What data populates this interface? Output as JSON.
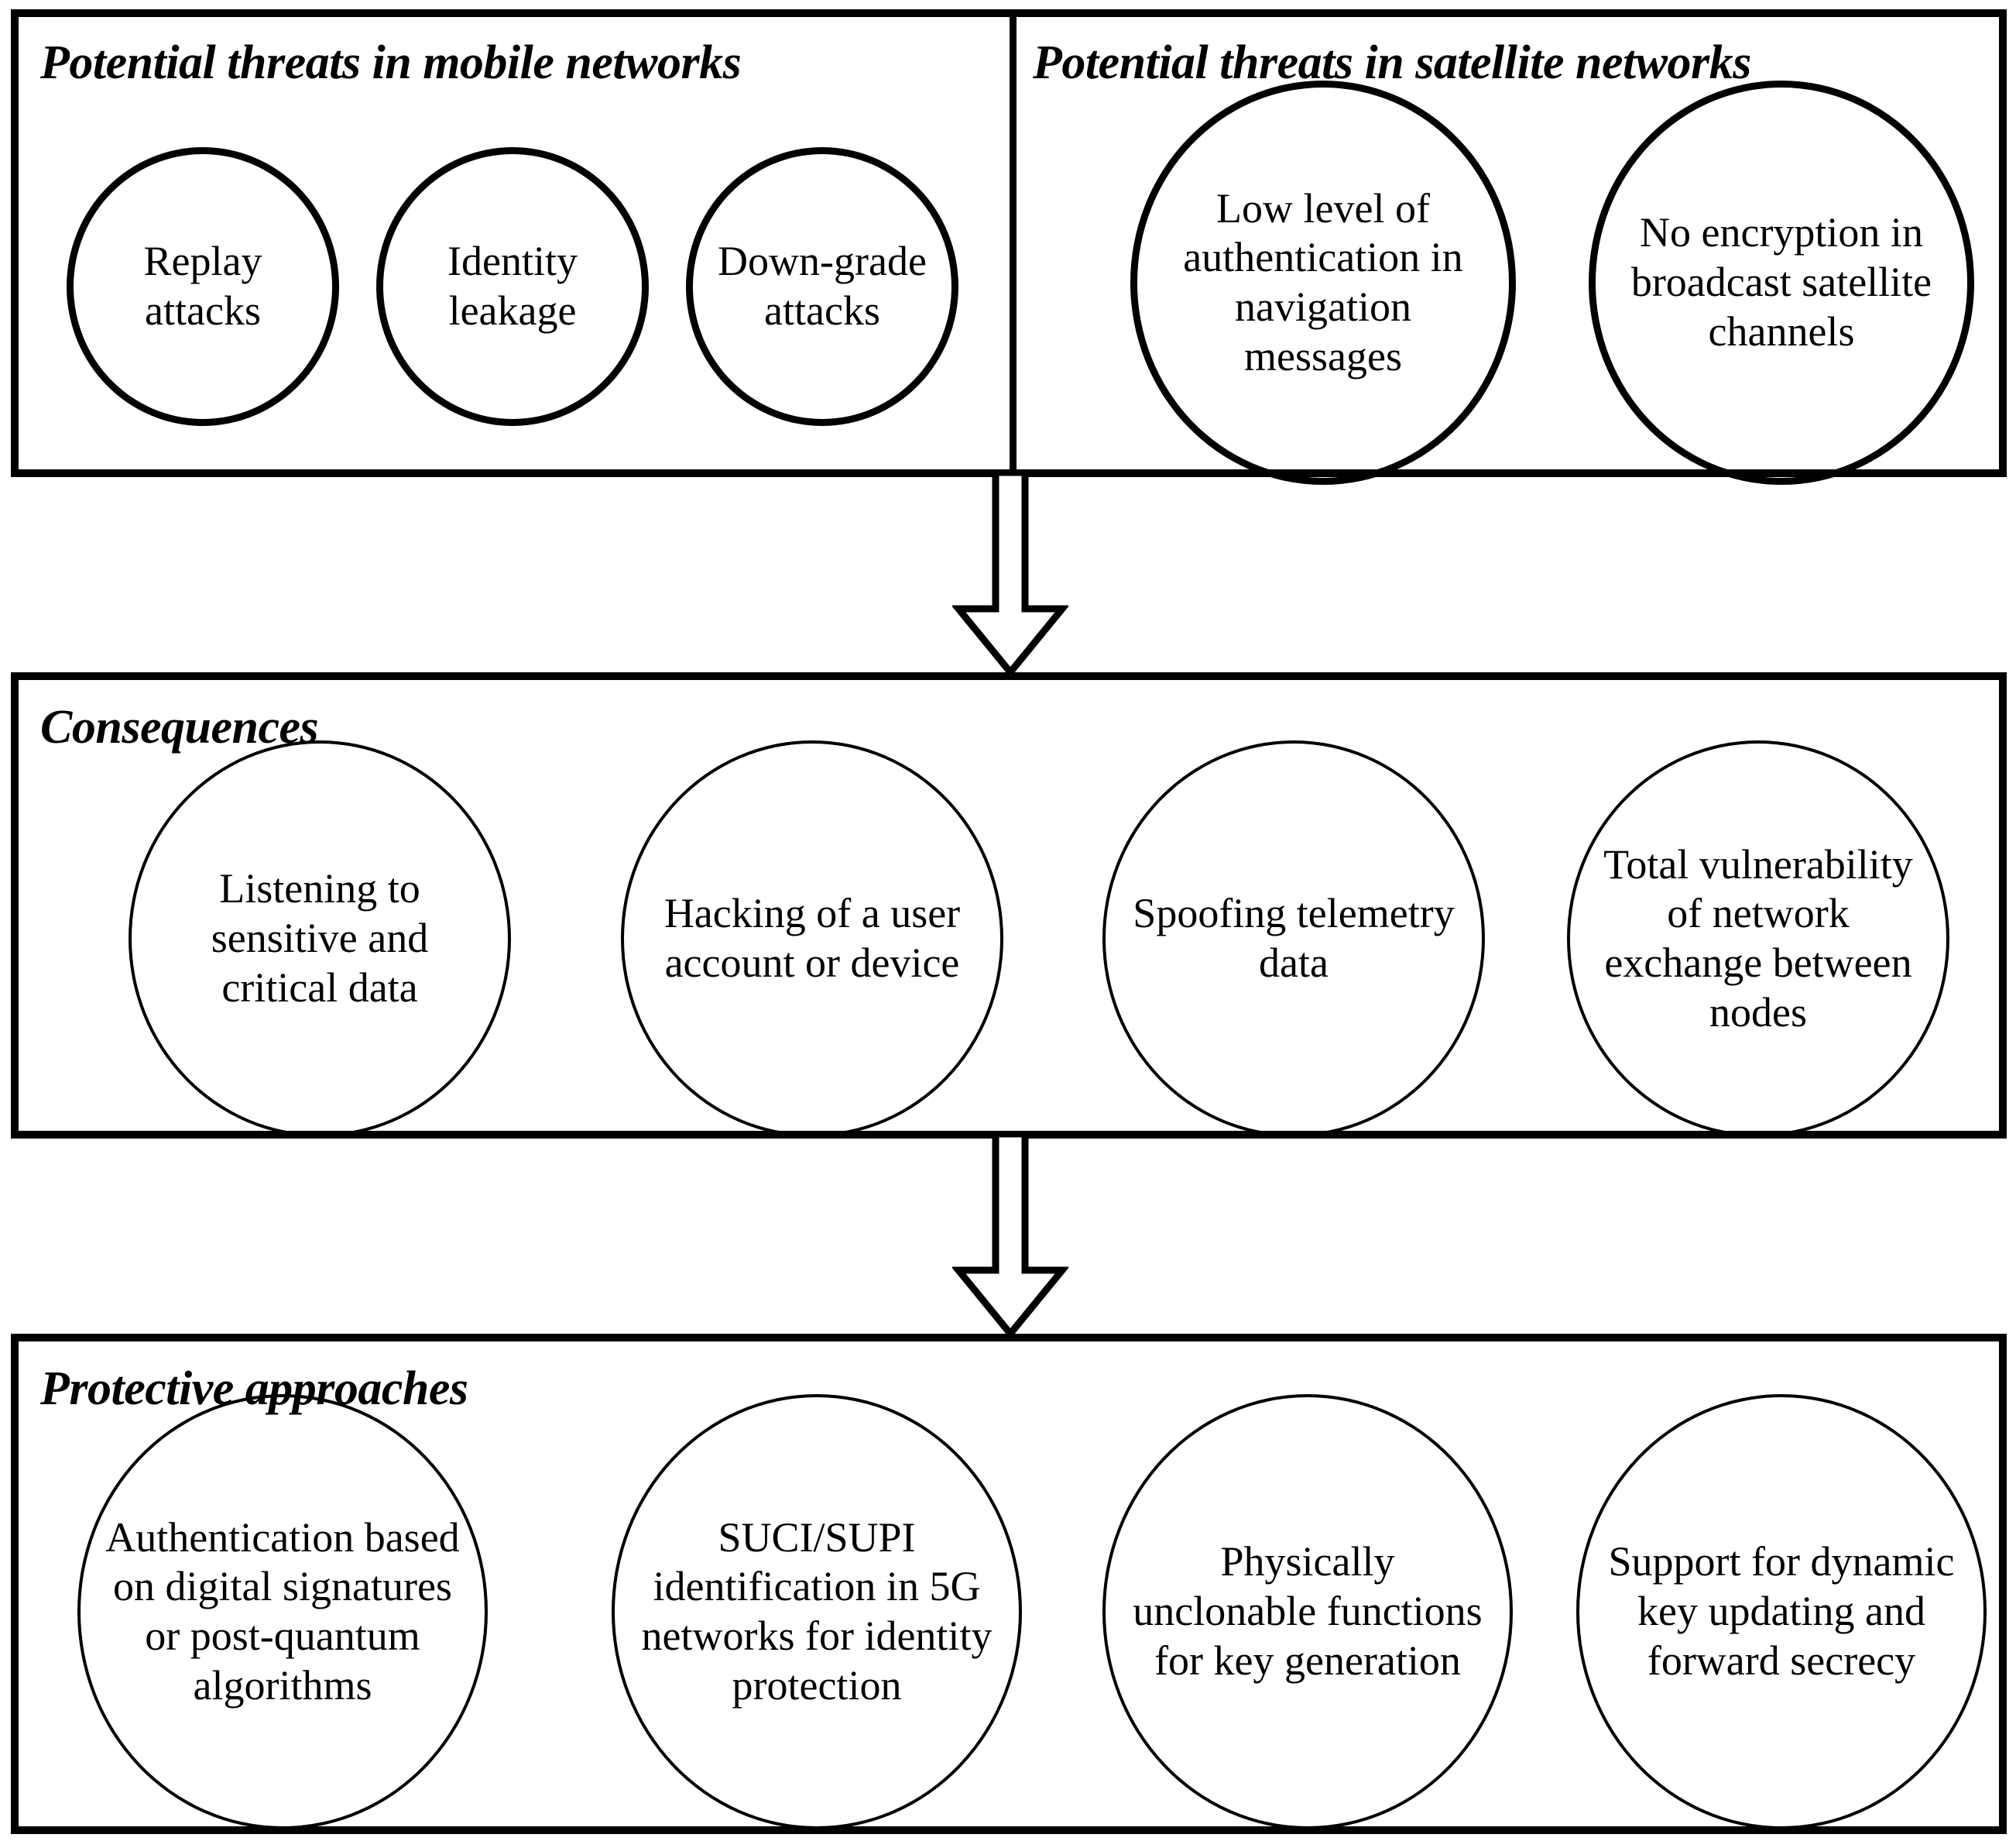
{
  "diagram": {
    "title_visible": false,
    "sections": [
      {
        "id": "threats",
        "subsections": [
          {
            "id": "mobile",
            "heading": "Potential threats in mobile networks",
            "nodes": [
              {
                "id": "replay",
                "label": "Replay attacks"
              },
              {
                "id": "identity",
                "label": "Identity leakage"
              },
              {
                "id": "downgrade",
                "label": "Down-grade attacks"
              }
            ]
          },
          {
            "id": "satellite",
            "heading": "Potential threats in satellite networks",
            "nodes": [
              {
                "id": "lowauth",
                "label": "Low level of authentication in navigation messages"
              },
              {
                "id": "noencrypt",
                "label": "No encryption in broadcast satellite channels"
              }
            ]
          }
        ]
      },
      {
        "id": "consequences",
        "heading": "Consequences",
        "nodes": [
          {
            "id": "listening",
            "label": "Listening to sensitive and critical data"
          },
          {
            "id": "hacking",
            "label": "Hacking of a user account or device"
          },
          {
            "id": "spoofing",
            "label": "Spoofing telemetry data"
          },
          {
            "id": "totalvuln",
            "label": "Total vulnerability of network exchange between nodes"
          }
        ]
      },
      {
        "id": "protective",
        "heading": "Protective approaches",
        "nodes": [
          {
            "id": "authsig",
            "label": "Authentication based on digital signatures or post-quantum algorithms"
          },
          {
            "id": "suci",
            "label": "SUCI/SUPI identification in 5G networks for identity protection"
          },
          {
            "id": "puf",
            "label": "Physically unclonable functions for key generation"
          },
          {
            "id": "dynkey",
            "label": "Support for dynamic key updating and forward secrecy"
          }
        ]
      }
    ],
    "connectors": [
      {
        "id": "arrow-threats-to-consequences",
        "icon": "down-block-arrow-icon",
        "from": "threats",
        "to": "consequences"
      },
      {
        "id": "arrow-consequences-to-protective",
        "icon": "down-block-arrow-icon",
        "from": "consequences",
        "to": "protective"
      }
    ],
    "colors": {
      "stroke": "#000000",
      "background": "#ffffff",
      "text": "#000000"
    }
  }
}
